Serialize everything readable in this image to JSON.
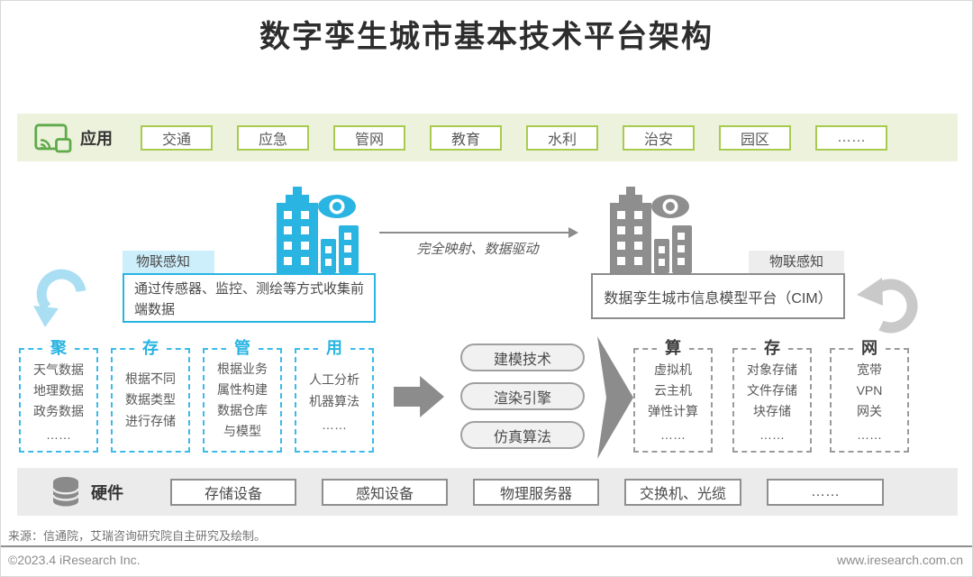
{
  "title": "数字孪生城市基本技术平台架构",
  "colors": {
    "cyan": "#29b4e2",
    "light_cyan": "#cdeefb",
    "green_border": "#a8cb4f",
    "icon_green": "#5faa4a",
    "gray": "#8c8c8c",
    "app_row_bg": "#edf2dc",
    "hardware_row_bg": "#ebebeb"
  },
  "app_layer": {
    "label": "应用",
    "icon": "cast-screen-icon",
    "items": [
      "交通",
      "应急",
      "管网",
      "教育",
      "水利",
      "治安",
      "园区",
      "……"
    ]
  },
  "twin_mapping": {
    "left_tag": "物联感知",
    "left_box": "通过传感器、监控、测绘等方式收集前端数据",
    "arrow_label": "完全映射、数据驱动",
    "right_tag": "物联感知",
    "right_box": "数据孪生城市信息模型平台（CIM）"
  },
  "data_groups": [
    {
      "title": "聚",
      "lines": [
        "天气数据",
        "地理数据",
        "政务数据"
      ],
      "ellipsis": "……"
    },
    {
      "title": "存",
      "lines": [
        "根据不同",
        "数据类型",
        "进行存储"
      ],
      "ellipsis": ""
    },
    {
      "title": "管",
      "lines": [
        "根据业务",
        "属性构建",
        "数据仓库",
        "与模型"
      ],
      "ellipsis": ""
    },
    {
      "title": "用",
      "lines": [
        "人工分析",
        "机器算法"
      ],
      "ellipsis": "……"
    }
  ],
  "tech_pills": [
    "建模技术",
    "渲染引擎",
    "仿真算法"
  ],
  "resource_groups": [
    {
      "title": "算",
      "lines": [
        "虚拟机",
        "云主机",
        "弹性计算"
      ],
      "ellipsis": "……"
    },
    {
      "title": "存",
      "lines": [
        "对象存储",
        "文件存储",
        "块存储"
      ],
      "ellipsis": "……"
    },
    {
      "title": "网",
      "lines": [
        "宽带",
        "VPN",
        "网关"
      ],
      "ellipsis": "……"
    }
  ],
  "hardware_layer": {
    "label": "硬件",
    "icon": "database-icon",
    "items": [
      "存储设备",
      "感知设备",
      "物理服务器",
      "交换机、光缆",
      "……"
    ]
  },
  "source_note": "来源：信通院，艾瑞咨询研究院自主研究及绘制。",
  "footer": {
    "copyright": "©2023.4 iResearch Inc.",
    "website": "www.iresearch.com.cn"
  }
}
